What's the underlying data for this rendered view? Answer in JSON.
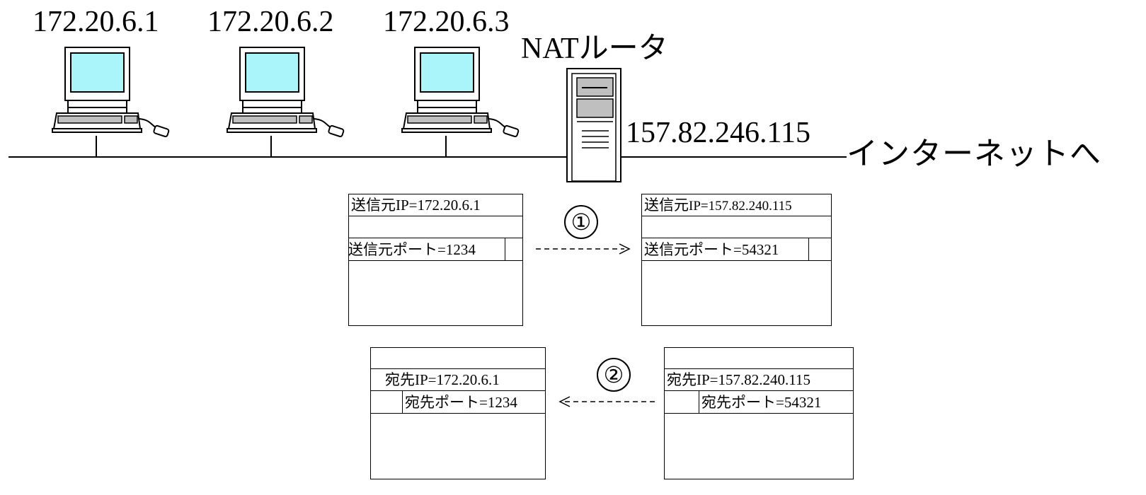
{
  "hosts": [
    {
      "ip": "172.20.6.1"
    },
    {
      "ip": "172.20.6.2"
    },
    {
      "ip": "172.20.6.3"
    }
  ],
  "router": {
    "name": "NATルータ",
    "wan_ip": "157.82.246.115"
  },
  "internet_label": "インターネットへ",
  "step1": {
    "marker": "①",
    "before": {
      "src_ip_prefix": "送信元",
      "src_ip_value": "IP=172.20.6.1",
      "src_port_prefix": "送信元ポート",
      "src_port_value": "=1234"
    },
    "after": {
      "src_ip_prefix": "送信元",
      "src_ip_value": "IP=157.82.240.115",
      "src_port_prefix": "送信元ポート",
      "src_port_value": "=54321"
    }
  },
  "step2": {
    "marker": "②",
    "before": {
      "dst_ip_prefix": "宛先",
      "dst_ip_value": "IP=157.82.240.115",
      "dst_port_prefix": "宛先ポート",
      "dst_port_value": "=54321"
    },
    "after": {
      "dst_ip_prefix": "宛先",
      "dst_ip_value": "IP=172.20.6.1",
      "dst_port_prefix": "宛先ポート",
      "dst_port_value": "=1234"
    }
  },
  "colors": {
    "screen": "#aaf5fa",
    "router_panel": "#bfbfbf",
    "keyboard": "#bfbfbf"
  }
}
